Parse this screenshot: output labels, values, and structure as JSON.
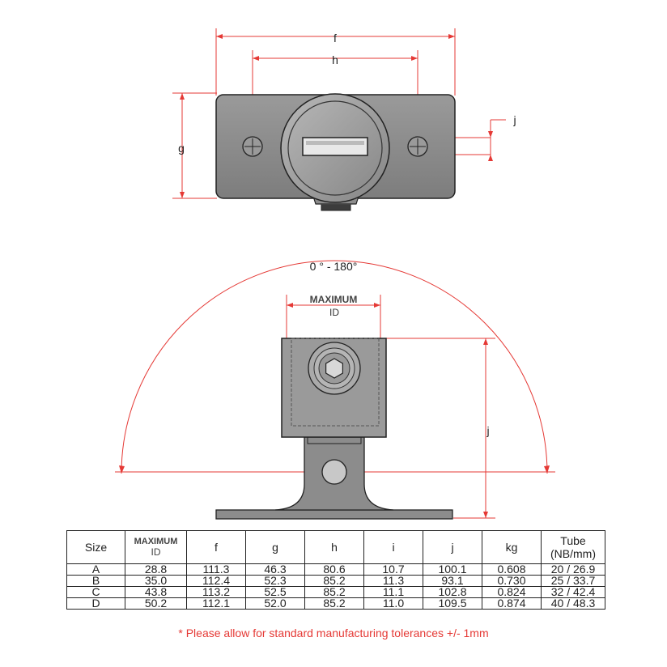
{
  "dimension_labels": {
    "f": "f",
    "h": "h",
    "g": "g",
    "j_top": "j",
    "j_side": "j",
    "angle": "0 ° - 180°",
    "max_id_top": "MAXIMUM",
    "max_id_bottom": "ID"
  },
  "table": {
    "headers": {
      "size": "Size",
      "max_id_top": "MAXIMUM",
      "max_id_bottom": "ID",
      "f": "f",
      "g": "g",
      "h": "h",
      "i": "i",
      "j": "j",
      "kg": "kg",
      "tube_top": "Tube",
      "tube_bottom": "(NB/mm)"
    },
    "rows": [
      {
        "size": "A",
        "max_id": "28.8",
        "f": "111.3",
        "g": "46.3",
        "h": "80.6",
        "i": "10.7",
        "j": "100.1",
        "kg": "0.608",
        "tube": "20 / 26.9"
      },
      {
        "size": "B",
        "max_id": "35.0",
        "f": "112.4",
        "g": "52.3",
        "h": "85.2",
        "i": "11.3",
        "j": "93.1",
        "kg": "0.730",
        "tube": "25 / 33.7"
      },
      {
        "size": "C",
        "max_id": "43.8",
        "f": "113.2",
        "g": "52.5",
        "h": "85.2",
        "i": "11.1",
        "j": "102.8",
        "kg": "0.824",
        "tube": "32 / 42.4"
      },
      {
        "size": "D",
        "max_id": "50.2",
        "f": "112.1",
        "g": "52.0",
        "h": "85.2",
        "i": "11.0",
        "j": "109.5",
        "kg": "0.874",
        "tube": "40 / 48.3"
      }
    ]
  },
  "note": "* Please allow for standard manufacturing tolerances +/- 1mm",
  "colors": {
    "dimension_line": "#e53935",
    "part_fill": "#8c8c8c",
    "part_dark": "#5a5a5a",
    "outline": "#222222"
  }
}
